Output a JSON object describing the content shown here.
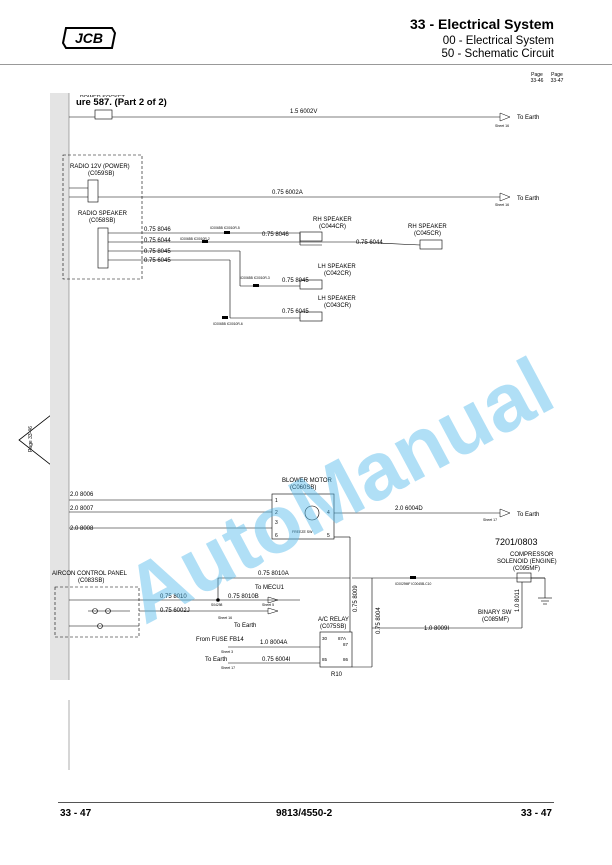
{
  "header": {
    "title": "33 - Electrical System",
    "sub1": "00 - Electrical System",
    "sub2": "50 - Schematic Circuit",
    "page_label": "Page",
    "page_prev": "33-46",
    "page_next": "33-47"
  },
  "figure_title": "ure 587. (Part 2 of 2)",
  "side_tab": "Page 33-46",
  "watermark": "AutoManual",
  "footer": {
    "left": "33 - 47",
    "center": "9813/4550-2",
    "right": "33 - 47"
  },
  "diagram": {
    "power_socket": "POWER SOCKET",
    "wire_6002v": "1.5  6002V",
    "to_earth": "To Earth",
    "sheet16": "Sheet 16",
    "sheet17": "Sheet 17",
    "sheet5": "Sheet 5",
    "sheet3": "Sheet 3",
    "radio_power": "RADIO 12V (POWER)",
    "c059sb": "(C059SB)",
    "wire_6002a": "0.75  6002A",
    "radio_speaker": "RADIO SPEAKER",
    "c058sb": "(C058SB)",
    "w8046": "0.75  8046",
    "w6044": "0.75  6044",
    "w8045": "0.75  8045",
    "w6045": "0.75  6045",
    "rh_speaker": "RH SPEAKER",
    "c044cr": "(C044CR)",
    "c045cr": "(C045CR)",
    "lh_speaker": "LH SPEAKER",
    "c042cr": "(C042CR)",
    "c043cr": "(C043CR)",
    "ic1": "IC0065B  IC0010R-5",
    "ic2": "IC0065B  IC0010R-2",
    "ic3": "IC0065B  IC0010R-3",
    "ic4": "IC0065B  IC0010R-6",
    "blower_motor": "BLOWER MOTOR",
    "c060sb": "(C060SB)",
    "w8006": "2.0  8006",
    "w8007": "2.0  8007",
    "w8008": "2.0  8008",
    "w6004d": "2.0  6004D",
    "freeze_sw": "FREEZE SW",
    "drawing_no": "7201/0803",
    "compressor": "COMPRESSOR",
    "solenoid": "SOLENOID (ENGINE)",
    "c095mf": "(C095MF)",
    "aircon_panel": "AIRCON CONTROL PANEL",
    "c083sb": "(C083SB)",
    "w8010a": "0.75  8010A",
    "w8010": "0.75  8010",
    "w8010b": "0.75  8010B",
    "w6002j": "0.75  6002J",
    "to_mecu1": "To MECU1",
    "w8009": "0.75  8009",
    "w8004": "0.75  8004",
    "w8004a": "1.0  8004A",
    "w6004i": "0.75  6004I",
    "w8011": "1.0  8011",
    "w8009i": "1.0  8009I",
    "binary_sw": "BINARY SW",
    "c085mf": "(C085MF)",
    "ac_relay": "A/C RELAY",
    "c075sb": "(C075SB)",
    "from_fuse": "From FUSE FB14",
    "r10": "R10",
    "ic5": "IC0029MF  IC0045B-C10",
    "s04": "S04298"
  }
}
